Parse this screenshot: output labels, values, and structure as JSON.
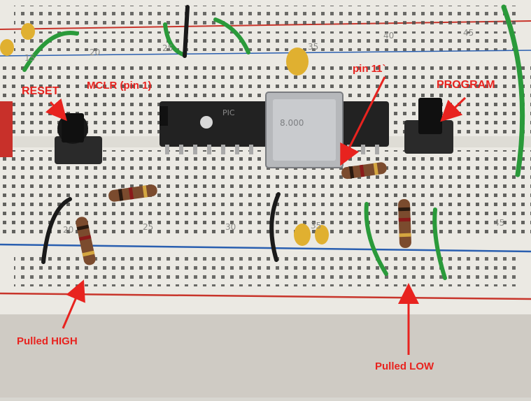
{
  "labels": {
    "reset": "RESET",
    "mclr": "MCLR (pin 1)",
    "pin11": "pin 11`",
    "program": "PROGRAM",
    "pulled_high": "Pulled HIGH",
    "pulled_low": "Pulled LOW"
  },
  "breadboard_numbers": {
    "top": [
      "15",
      "20",
      "25",
      "35",
      "40",
      "45"
    ],
    "bottom": [
      "20",
      "25",
      "30",
      "35",
      "45"
    ]
  },
  "chip_markings": {
    "mcu_logo": "PIC",
    "oscillator_text": "8.000"
  },
  "colors": {
    "annotation": "#e8231f",
    "board": "#e6e4de",
    "rail_red": "#c8352b",
    "rail_blue": "#2a5fb0",
    "wire_green": "#2a9a3a",
    "wire_black": "#1a1a1a"
  }
}
